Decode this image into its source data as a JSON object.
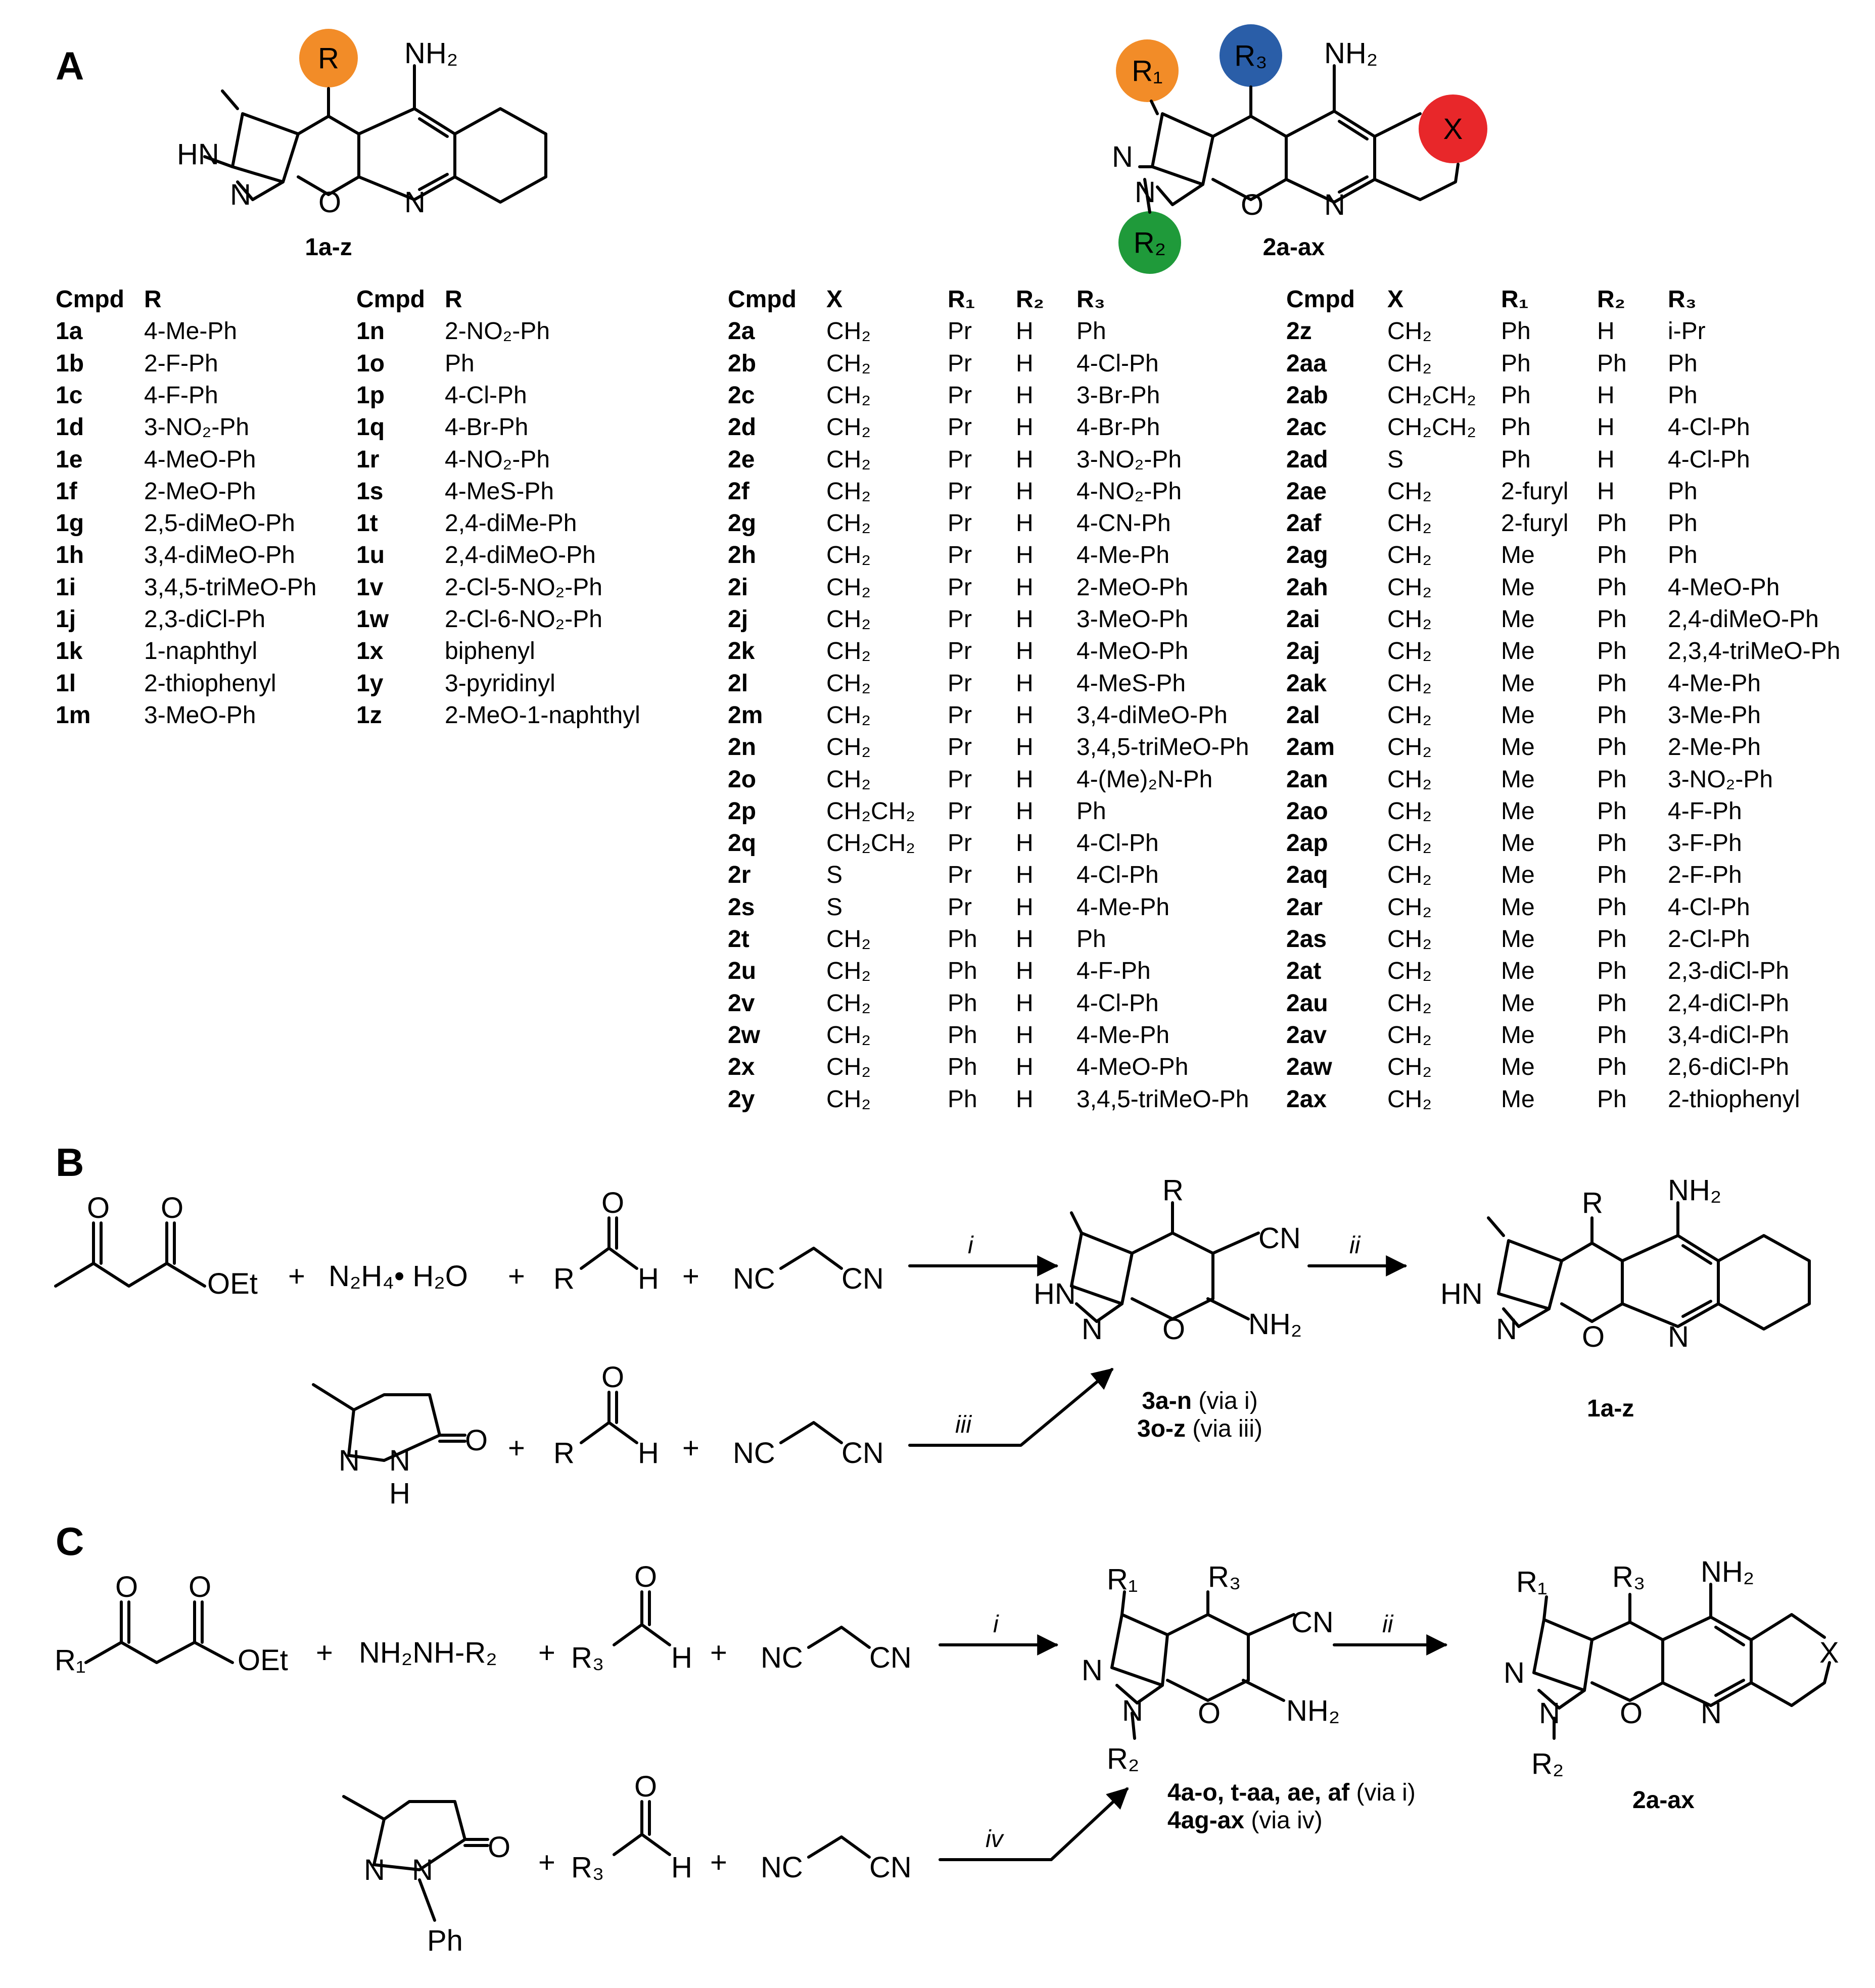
{
  "panels": {
    "a": "A",
    "b": "B",
    "c": "C"
  },
  "structures": {
    "s1": {
      "R": "R",
      "NH2": "NH₂",
      "HN": "HN",
      "N": "N",
      "O": "O",
      "Nring": "N",
      "label": "1a-z"
    },
    "s2": {
      "R1": "R₁",
      "R2": "R₂",
      "R3": "R₃",
      "X": "X",
      "NH2": "NH₂",
      "N1": "N",
      "N2": "N",
      "O": "O",
      "Nring": "N",
      "label": "2a-ax",
      "colors": {
        "R1": "#f28c28",
        "R2": "#1f9a3a",
        "R3": "#2a5ea8",
        "X": "#e8272a",
        "R": "#f28c28"
      }
    }
  },
  "table1": {
    "headers": [
      "Cmpd",
      "R"
    ],
    "left": [
      [
        "1a",
        "4-Me-Ph"
      ],
      [
        "1b",
        "2-F-Ph"
      ],
      [
        "1c",
        "4-F-Ph"
      ],
      [
        "1d",
        "3-NO₂-Ph"
      ],
      [
        "1e",
        "4-MeO-Ph"
      ],
      [
        "1f",
        "2-MeO-Ph"
      ],
      [
        "1g",
        "2,5-diMeO-Ph"
      ],
      [
        "1h",
        "3,4-diMeO-Ph"
      ],
      [
        "1i",
        "3,4,5-triMeO-Ph"
      ],
      [
        "1j",
        "2,3-diCl-Ph"
      ],
      [
        "1k",
        "1-naphthyl"
      ],
      [
        "1l",
        "2-thiophenyl"
      ],
      [
        "1m",
        "3-MeO-Ph"
      ]
    ],
    "right": [
      [
        "1n",
        "2-NO₂-Ph"
      ],
      [
        "1o",
        "Ph"
      ],
      [
        "1p",
        "4-Cl-Ph"
      ],
      [
        "1q",
        "4-Br-Ph"
      ],
      [
        "1r",
        "4-NO₂-Ph"
      ],
      [
        "1s",
        "4-MeS-Ph"
      ],
      [
        "1t",
        "2,4-diMe-Ph"
      ],
      [
        "1u",
        "2,4-diMeO-Ph"
      ],
      [
        "1v",
        "2-Cl-5-NO₂-Ph"
      ],
      [
        "1w",
        "2-Cl-6-NO₂-Ph"
      ],
      [
        "1x",
        "biphenyl"
      ],
      [
        "1y",
        "3-pyridinyl"
      ],
      [
        "1z",
        "2-MeO-1-naphthyl"
      ]
    ]
  },
  "table2": {
    "headers": [
      "Cmpd",
      "X",
      "R₁",
      "R₂",
      "R₃"
    ],
    "left": [
      [
        "2a",
        "CH₂",
        "Pr",
        "H",
        "Ph"
      ],
      [
        "2b",
        "CH₂",
        "Pr",
        "H",
        "4-Cl-Ph"
      ],
      [
        "2c",
        "CH₂",
        "Pr",
        "H",
        "3-Br-Ph"
      ],
      [
        "2d",
        "CH₂",
        "Pr",
        "H",
        "4-Br-Ph"
      ],
      [
        "2e",
        "CH₂",
        "Pr",
        "H",
        "3-NO₂-Ph"
      ],
      [
        "2f",
        "CH₂",
        "Pr",
        "H",
        "4-NO₂-Ph"
      ],
      [
        "2g",
        "CH₂",
        "Pr",
        "H",
        "4-CN-Ph"
      ],
      [
        "2h",
        "CH₂",
        "Pr",
        "H",
        "4-Me-Ph"
      ],
      [
        "2i",
        "CH₂",
        "Pr",
        "H",
        "2-MeO-Ph"
      ],
      [
        "2j",
        "CH₂",
        "Pr",
        "H",
        "3-MeO-Ph"
      ],
      [
        "2k",
        "CH₂",
        "Pr",
        "H",
        "4-MeO-Ph"
      ],
      [
        "2l",
        "CH₂",
        "Pr",
        "H",
        "4-MeS-Ph"
      ],
      [
        "2m",
        "CH₂",
        "Pr",
        "H",
        "3,4-diMeO-Ph"
      ],
      [
        "2n",
        "CH₂",
        "Pr",
        "H",
        "3,4,5-triMeO-Ph"
      ],
      [
        "2o",
        "CH₂",
        "Pr",
        "H",
        "4-(Me)₂N-Ph"
      ],
      [
        "2p",
        "CH₂CH₂",
        "Pr",
        "H",
        "Ph"
      ],
      [
        "2q",
        "CH₂CH₂",
        "Pr",
        "H",
        "4-Cl-Ph"
      ],
      [
        "2r",
        "S",
        "Pr",
        "H",
        "4-Cl-Ph"
      ],
      [
        "2s",
        "S",
        "Pr",
        "H",
        "4-Me-Ph"
      ],
      [
        "2t",
        "CH₂",
        "Ph",
        "H",
        "Ph"
      ],
      [
        "2u",
        "CH₂",
        "Ph",
        "H",
        "4-F-Ph"
      ],
      [
        "2v",
        "CH₂",
        "Ph",
        "H",
        "4-Cl-Ph"
      ],
      [
        "2w",
        "CH₂",
        "Ph",
        "H",
        "4-Me-Ph"
      ],
      [
        "2x",
        "CH₂",
        "Ph",
        "H",
        "4-MeO-Ph"
      ],
      [
        "2y",
        "CH₂",
        "Ph",
        "H",
        "3,4,5-triMeO-Ph"
      ]
    ],
    "right": [
      [
        "2z",
        "CH₂",
        "Ph",
        "H",
        "i-Pr"
      ],
      [
        "2aa",
        "CH₂",
        "Ph",
        "Ph",
        "Ph"
      ],
      [
        "2ab",
        "CH₂CH₂",
        "Ph",
        "H",
        "Ph"
      ],
      [
        "2ac",
        "CH₂CH₂",
        "Ph",
        "H",
        "4-Cl-Ph"
      ],
      [
        "2ad",
        "S",
        "Ph",
        "H",
        "4-Cl-Ph"
      ],
      [
        "2ae",
        "CH₂",
        "2-furyl",
        "H",
        "Ph"
      ],
      [
        "2af",
        "CH₂",
        "2-furyl",
        "Ph",
        "Ph"
      ],
      [
        "2ag",
        "CH₂",
        "Me",
        "Ph",
        "Ph"
      ],
      [
        "2ah",
        "CH₂",
        "Me",
        "Ph",
        "4-MeO-Ph"
      ],
      [
        "2ai",
        "CH₂",
        "Me",
        "Ph",
        "2,4-diMeO-Ph"
      ],
      [
        "2aj",
        "CH₂",
        "Me",
        "Ph",
        "2,3,4-triMeO-Ph"
      ],
      [
        "2ak",
        "CH₂",
        "Me",
        "Ph",
        "4-Me-Ph"
      ],
      [
        "2al",
        "CH₂",
        "Me",
        "Ph",
        "3-Me-Ph"
      ],
      [
        "2am",
        "CH₂",
        "Me",
        "Ph",
        "2-Me-Ph"
      ],
      [
        "2an",
        "CH₂",
        "Me",
        "Ph",
        "3-NO₂-Ph"
      ],
      [
        "2ao",
        "CH₂",
        "Me",
        "Ph",
        "4-F-Ph"
      ],
      [
        "2ap",
        "CH₂",
        "Me",
        "Ph",
        "3-F-Ph"
      ],
      [
        "2aq",
        "CH₂",
        "Me",
        "Ph",
        "2-F-Ph"
      ],
      [
        "2ar",
        "CH₂",
        "Me",
        "Ph",
        "4-Cl-Ph"
      ],
      [
        "2as",
        "CH₂",
        "Me",
        "Ph",
        "2-Cl-Ph"
      ],
      [
        "2at",
        "CH₂",
        "Me",
        "Ph",
        "2,3-diCl-Ph"
      ],
      [
        "2au",
        "CH₂",
        "Me",
        "Ph",
        "2,4-diCl-Ph"
      ],
      [
        "2av",
        "CH₂",
        "Me",
        "Ph",
        "3,4-diCl-Ph"
      ],
      [
        "2aw",
        "CH₂",
        "Me",
        "Ph",
        "2,6-diCl-Ph"
      ],
      [
        "2ax",
        "CH₂",
        "Me",
        "Ph",
        "2-thiophenyl"
      ]
    ]
  },
  "schemeB": {
    "plus": "+",
    "OEt": "OEt",
    "O": "O",
    "hydrazine": "N₂H₄• H₂O",
    "R": "R",
    "H": "H",
    "NC": "NC",
    "CN": "CN",
    "HN": "HN",
    "N": "N",
    "NH2": "NH₂",
    "NH": "N",
    "Hsub": "H",
    "step_i": "i",
    "step_ii": "ii",
    "step_iii": "iii",
    "int_label1": "3a-n",
    "int_via1": " (via i)",
    "int_label2": "3o-z",
    "int_via2": " (via iii)",
    "prod_label": "1a-z"
  },
  "schemeC": {
    "plus": "+",
    "OEt": "OEt",
    "O": "O",
    "R1": "R₁",
    "R2": "R₂",
    "R3": "R₃",
    "hydrazine": "NH₂NH-R₂",
    "H": "H",
    "NC": "NC",
    "CN": "CN",
    "N": "N",
    "NH2": "NH₂",
    "X": "X",
    "Ph": "Ph",
    "step_i": "i",
    "step_ii": "ii",
    "step_iv": "iv",
    "int_label1": "4a-o, t-aa, ae, af",
    "int_via1": " (via i)",
    "int_label2": "4ag-ax",
    "int_via2": " (via iv)",
    "prod_label": "2a-ax"
  }
}
